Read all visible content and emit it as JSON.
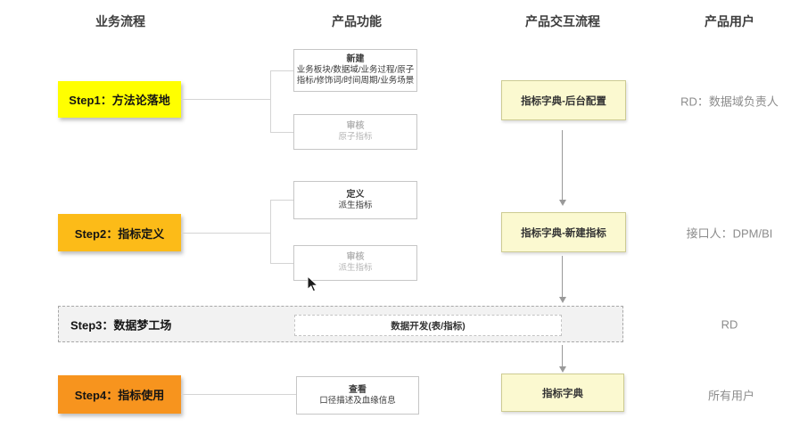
{
  "columns": [
    {
      "label": "业务流程"
    },
    {
      "label": "产品功能"
    },
    {
      "label": "产品交互流程"
    },
    {
      "label": "产品用户"
    }
  ],
  "steps": [
    {
      "label": "Step1：方法论落地",
      "color": "#FFFF00"
    },
    {
      "label": "Step2：指标定义",
      "color": "#FCBB18"
    },
    {
      "label": "Step3：数据梦工场",
      "color": "#F2F2F2"
    },
    {
      "label": "Step4：指标使用",
      "color": "#F7941E"
    }
  ],
  "features": [
    {
      "title": "新建",
      "subtitle": "业务板块/数据域/业务过程/原子指标/修饰词/时间周期/业务场景",
      "muted": false
    },
    {
      "title": "审核",
      "subtitle": "原子指标",
      "muted": true
    },
    {
      "title": "定义",
      "subtitle": "派生指标",
      "muted": false
    },
    {
      "title": "审核",
      "subtitle": "派生指标",
      "muted": true
    },
    {
      "label": "数据开发(表/指标)"
    },
    {
      "title": "查看",
      "subtitle": "口径描述及血缘信息",
      "muted": false
    }
  ],
  "flow": [
    {
      "label": "指标字典-后台配置"
    },
    {
      "label": "指标字典-新建指标"
    },
    {
      "label": "指标字典"
    }
  ],
  "users": [
    {
      "label": "RD：数据域负责人"
    },
    {
      "label": "接口人：DPM/BI"
    },
    {
      "label": "RD"
    },
    {
      "label": "所有用户"
    }
  ],
  "colors": {
    "flow_box_bg": "#FBF9D0",
    "flow_box_border": "#CDCB92",
    "muted_text": "#B5B5B5",
    "connector": "#D4D4D4",
    "arrow": "#999999"
  }
}
